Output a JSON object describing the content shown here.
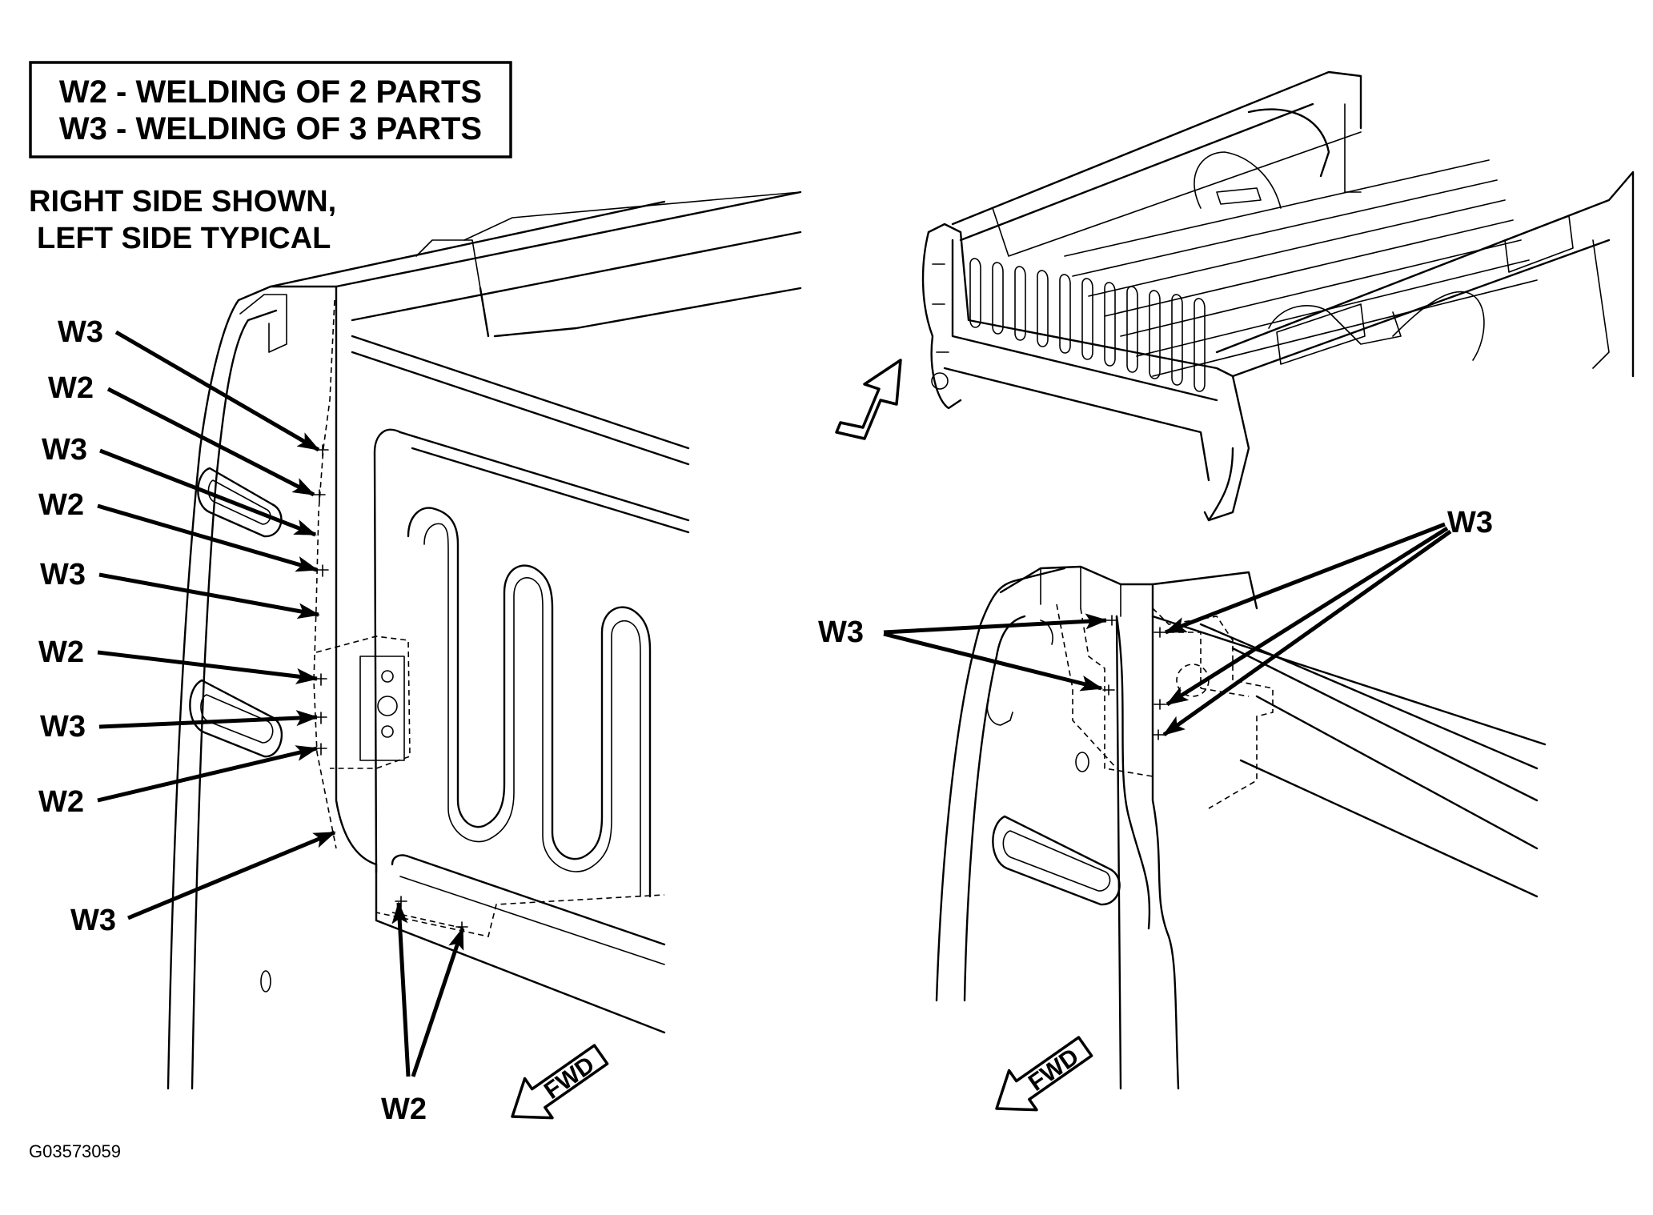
{
  "legend": {
    "line1": "W2 - WELDING OF 2 PARTS",
    "line2": "W3 - WELDING OF 3 PARTS"
  },
  "note": {
    "line1": "RIGHT SIDE SHOWN,",
    "line2": "LEFT SIDE TYPICAL"
  },
  "left_view": {
    "callouts": [
      "W3",
      "W2",
      "W3",
      "W2",
      "W3",
      "W2",
      "W3",
      "W2",
      "W3"
    ],
    "bottom_callout": "W2",
    "fwd_label": "FWD"
  },
  "right_view": {
    "left_callout": "W3",
    "right_callout": "W3",
    "fwd_label": "FWD"
  },
  "figure_code": "G03573059"
}
